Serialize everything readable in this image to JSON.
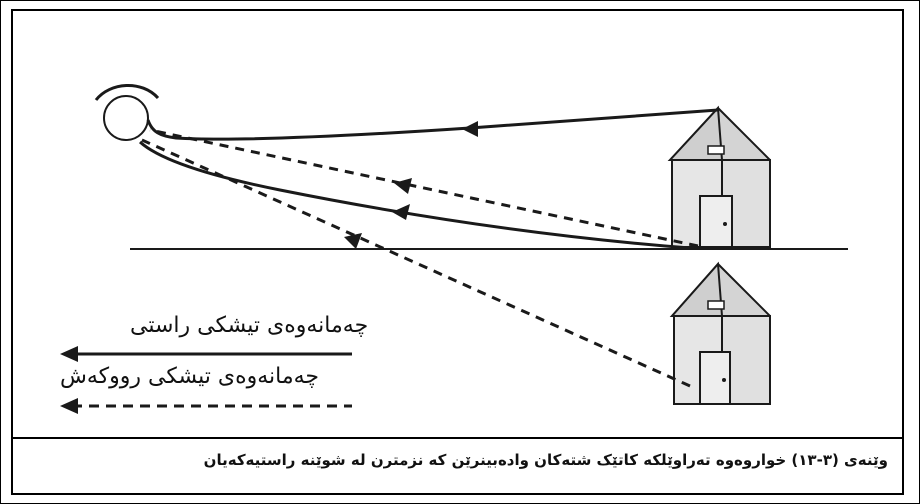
{
  "legend": {
    "real_rays_label": "چەمانەوەی تیشکی راستی",
    "reflected_rays_label": "چەمانەوەی تیشکی رووکەش"
  },
  "caption": "وێنەی (٣-١٣) خواروەوە تەراوێلکە کاتێک شتەکان وادەبینرێن کە نزمترن لە شوێنە راستیەکەیان",
  "colors": {
    "line": "#1a1a1a",
    "house_wall": "#e6e6e6",
    "house_roof": "#d9d9d9"
  }
}
